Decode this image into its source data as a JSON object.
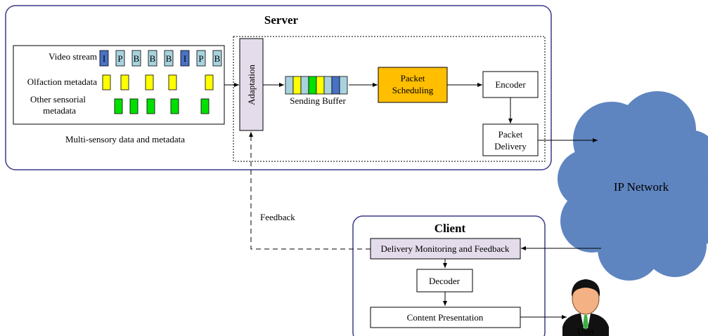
{
  "server": {
    "title": "Server",
    "streams": {
      "video_label": "Video stream",
      "video_frames": [
        "I",
        "P",
        "B",
        "B",
        "B",
        "I",
        "P",
        "B"
      ],
      "olfaction_label": "Olfaction metadata",
      "other_label_line1": "Other sensorial",
      "other_label_line2": "metadata"
    },
    "caption": "Multi-sensory data and metadata",
    "adaptation": "Adaptation",
    "sending_buffer": "Sending Buffer",
    "packet_scheduling_line1": "Packet",
    "packet_scheduling_line2": "Scheduling",
    "encoder": "Encoder",
    "packet_delivery_line1": "Packet",
    "packet_delivery_line2": "Delivery"
  },
  "network": {
    "label": "IP Network"
  },
  "feedback": {
    "label": "Feedback"
  },
  "client": {
    "title": "Client",
    "monitoring": "Delivery Monitoring and Feedback",
    "decoder": "Decoder",
    "presentation": "Content Presentation"
  },
  "user": {
    "label": "User"
  },
  "colors": {
    "frame_i": "#4a72c4",
    "frame_pb": "#a9d2df",
    "olfaction": "#ffff00",
    "sensorial": "#00e000",
    "scheduling": "#ffbe00",
    "adaptation": "#e4dcea",
    "monitoring": "#e4dcea",
    "frame_border": "#3a3a8c",
    "cloud": "#5e85c0"
  }
}
